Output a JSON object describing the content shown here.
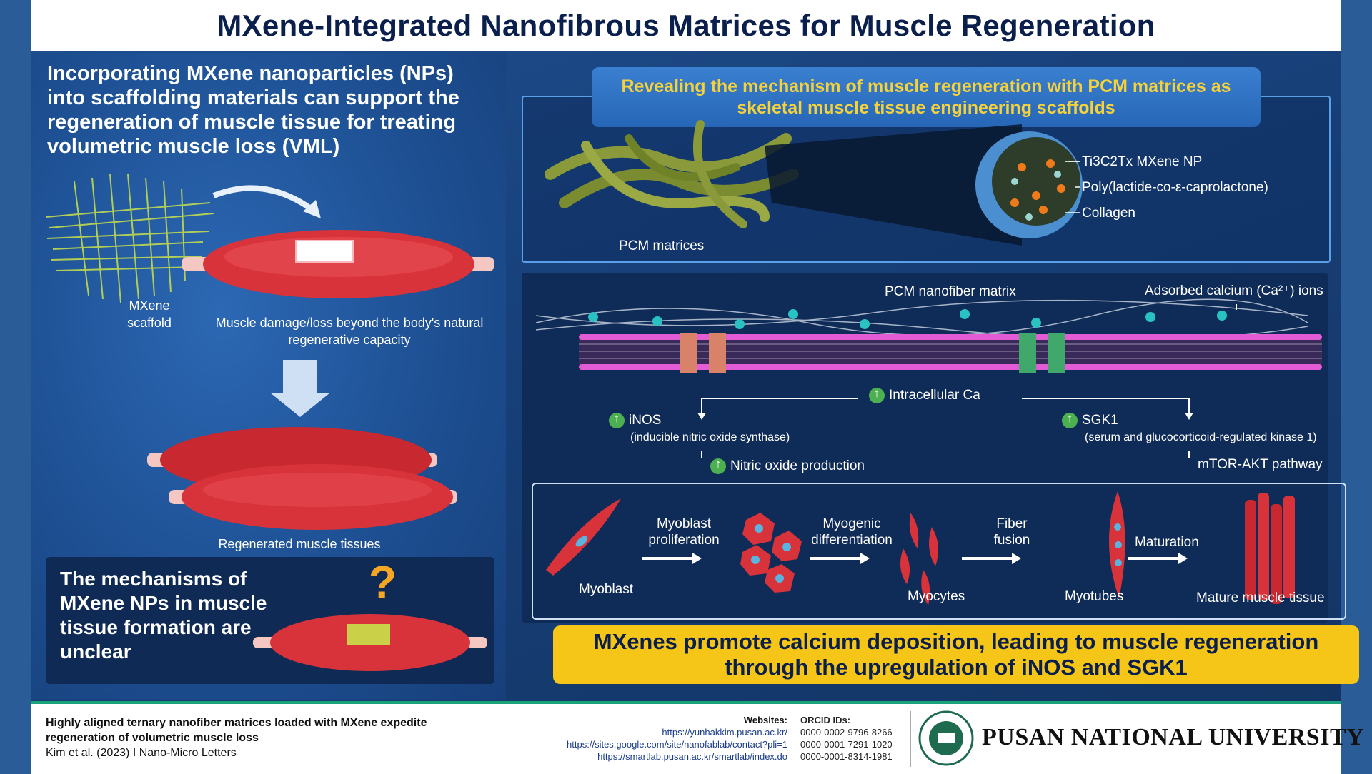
{
  "title": "MXene-Integrated Nanofibrous Matrices for Muscle Regeneration",
  "left": {
    "intro": "Incorporating MXene nanoparticles (NPs) into scaffolding materials can support the regeneration of muscle tissue for treating volumetric muscle loss (VML)",
    "scaffold_label": "MXene scaffold",
    "damage_label": "Muscle damage/loss beyond the body's natural regenerative capacity",
    "regenerated_label": "Regenerated muscle tissues",
    "unclear_text": "The mechanisms of MXene NPs in muscle tissue formation are unclear",
    "question_mark": "?"
  },
  "right_top": {
    "banner": "Revealing the mechanism of muscle regeneration with PCM matrices as skeletal muscle tissue engineering scaffolds",
    "matrices_label": "PCM matrices",
    "mxene_label": "Ti3C2Tx MXene NP",
    "plc_label": "Poly(lactide-co-ε-caprolactone)",
    "collagen_label": "Collagen"
  },
  "pathway": {
    "matrix_label": "PCM nanofiber matrix",
    "calcium_label": "Adsorbed calcium (Ca²⁺) ions",
    "intracellular": "Intracellular Ca",
    "inos": "iNOS",
    "inos_full": "(inducible nitric oxide synthase)",
    "no_production": "Nitric oxide production",
    "sgk1": "SGK1",
    "sgk1_full": "(serum and glucocorticoid-regulated kinase 1)",
    "mtor": "mTOR-AKT pathway"
  },
  "stages": {
    "myoblast": "Myoblast",
    "proliferation": "Myoblast proliferation",
    "differentiation": "Myogenic differentiation",
    "myocytes": "Myocytes",
    "fusion": "Fiber fusion",
    "myotubes": "Myotubes",
    "maturation": "Maturation",
    "mature": "Mature muscle tissue"
  },
  "conclusion": "MXenes promote calcium deposition, leading to muscle regeneration through the upregulation of iNOS and SGK1",
  "footer": {
    "ref_title": "Highly aligned ternary nanofiber matrices loaded with MXene expedite regeneration of volumetric muscle loss",
    "ref_cite": "Kim et al. (2023) I Nano-Micro Letters",
    "websites_hd": "Websites:",
    "website1": "https://yunhakkim.pusan.ac.kr/",
    "website2": "https://sites.google.com/site/nanofablab/contact?pli=1",
    "website3": "https://smartlab.pusan.ac.kr/smartlab/index.do",
    "orcid_hd": "ORCID IDs:",
    "orcid1": "0000-0002-9796-8266",
    "orcid2": "0000-0001-7291-1020",
    "orcid3": "0000-0001-8314-1981",
    "university": "PUSAN NATIONAL UNIVERSITY"
  }
}
